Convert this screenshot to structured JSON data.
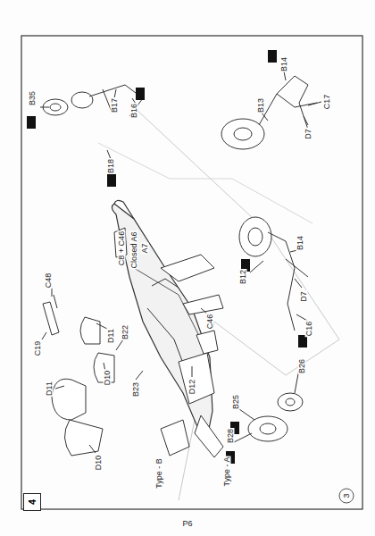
{
  "diagram": {
    "nodes": [
      {
        "text": [
          "4"
        ]
      }
    ],
    "labels": [
      "B35",
      "B17",
      "B16",
      "B18",
      "B14",
      "B13",
      "C17",
      "D7",
      "C8 + C46",
      "Closed A6",
      "A7",
      "C48",
      "C19",
      "D11",
      "B22",
      "D11",
      "D10",
      "B23",
      "D10",
      "C46",
      "D12",
      "Type - A",
      "Type - B",
      "B14",
      "B12",
      "D7",
      "C16",
      "B26",
      "B25",
      "B28",
      "P6",
      "3"
    ]
  }
}
